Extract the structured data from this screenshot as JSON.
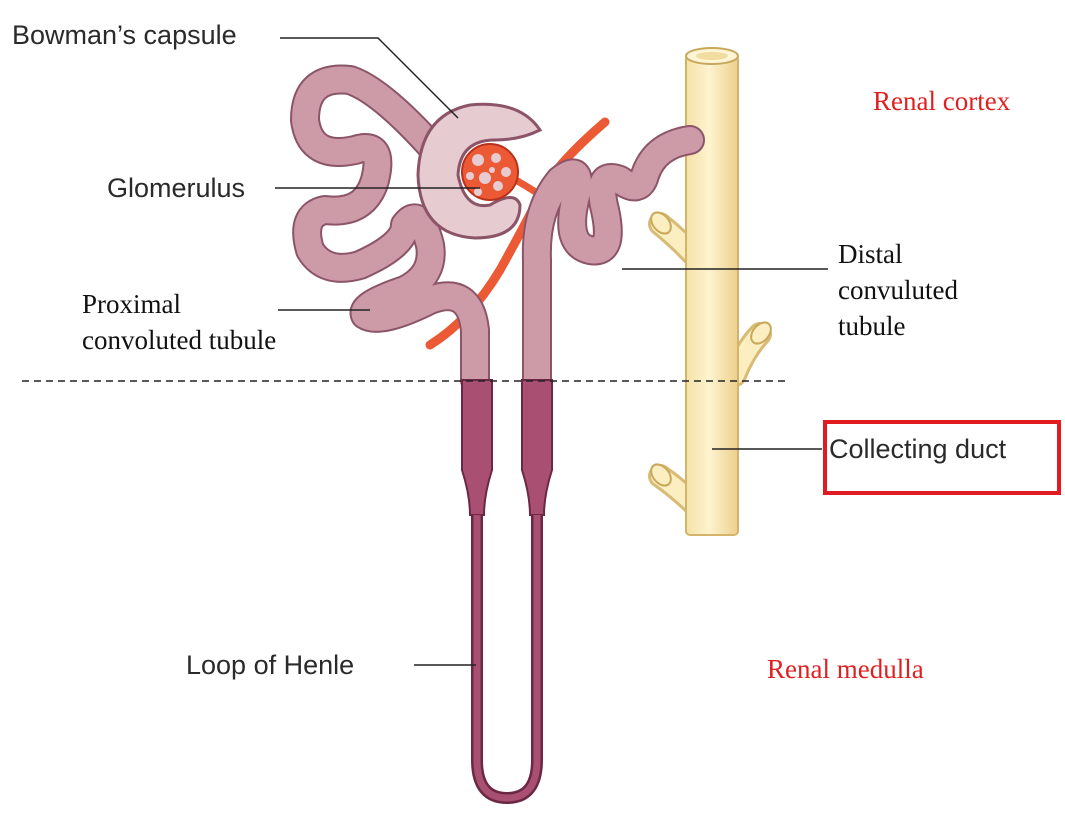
{
  "labels": {
    "bowmans_capsule": "Bowman’s capsule",
    "glomerulus": "Glomerulus",
    "proximal_tubule": [
      "Proximal",
      "convoluted tubule"
    ],
    "distal_tubule": [
      "Distal",
      "convuluted",
      "tubule"
    ],
    "collecting_duct": "Collecting duct",
    "loop_of_henle": "Loop of Henle"
  },
  "regions": {
    "cortex": "Renal cortex",
    "medulla": "Renal medulla"
  },
  "colors": {
    "region_text": "#e02020",
    "highlight": "#e11b22",
    "tubule_cortex": "#cd9aa7",
    "tubule_medulla": "#a94f71",
    "capsule": "#e6cbd1",
    "artery": "#ec5a35",
    "collecting_duct": "#fbeec0"
  }
}
